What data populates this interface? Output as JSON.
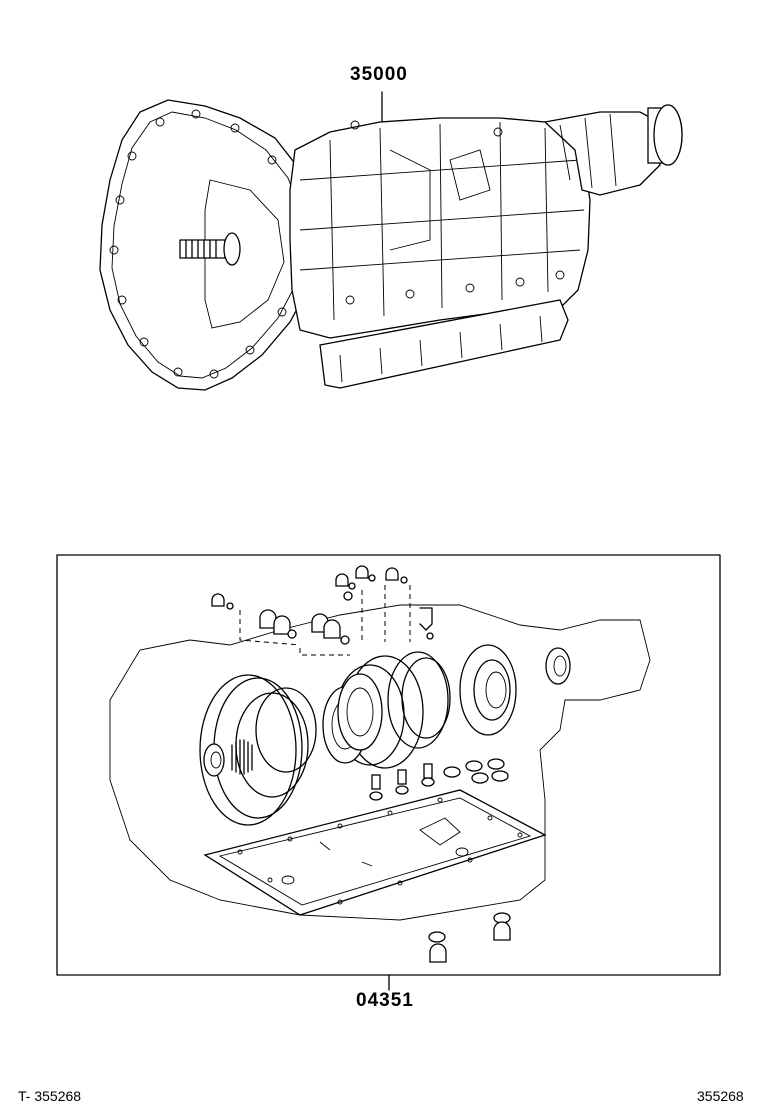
{
  "parts": {
    "transmission_assembly": "35000",
    "overhaul_gasket_kit": "04351"
  },
  "footer": {
    "left_code": "T- 355268",
    "right_code": "355268"
  }
}
